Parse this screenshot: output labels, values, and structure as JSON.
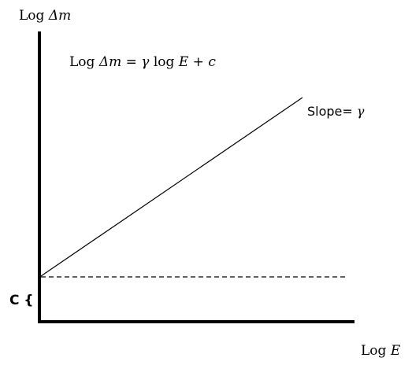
{
  "labels": {
    "y_axis": {
      "prefix": "Log ",
      "symbol": "Δm"
    },
    "x_axis": {
      "prefix": "Log ",
      "symbol": "E"
    },
    "equation": {
      "lhs_prefix": "Log ",
      "lhs_symbol": "Δm",
      "equals": " = ",
      "gamma": "γ",
      "log": " log ",
      "E": "E",
      "plus": " + ",
      "c": "c"
    },
    "slope": {
      "prefix": "Slope= ",
      "gamma": "γ"
    },
    "intercept": "C {"
  }
}
